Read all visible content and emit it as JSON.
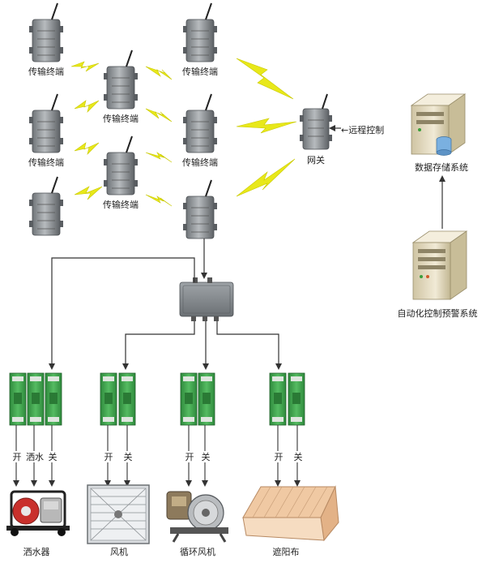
{
  "labels": {
    "terminal": "传输终端",
    "gateway": "网关",
    "remote_control": "←远程控制",
    "data_storage": "数据存储系统",
    "auto_control": "自动化控制预警系统",
    "open": "开",
    "close": "关",
    "water": "洒水",
    "sprinkler": "洒水器",
    "fan": "风机",
    "circulation_fan": "循环风机",
    "sunshade": "遮阳布"
  },
  "colors": {
    "relay_green": "#3fa34d",
    "enclosure_grey": "#8e9296",
    "lightning_yellow": "#e8e81a",
    "line": "#333333",
    "server_beige": "#e9e0c6"
  }
}
